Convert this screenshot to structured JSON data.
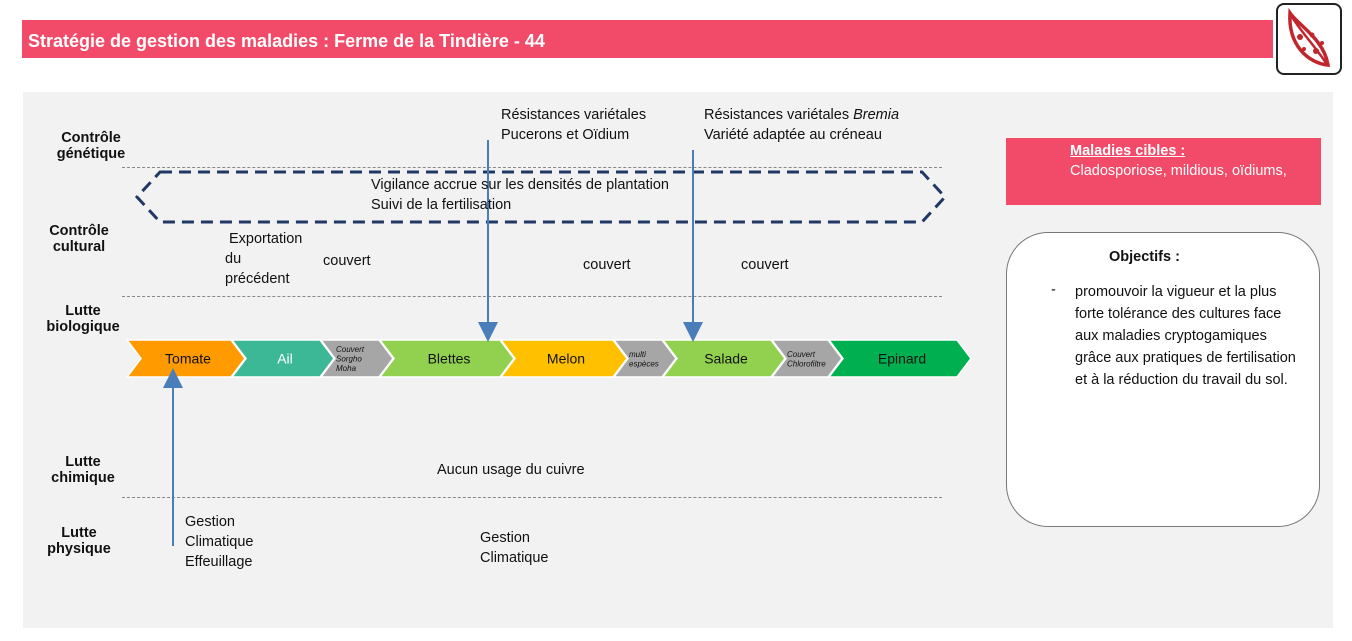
{
  "header": {
    "title": "Stratégie de gestion des maladies : Ferme de la Tindière - 44",
    "logo_icon": "leaf-disease-icon"
  },
  "categories": [
    {
      "line1": "Contrôle",
      "line2": "génétique"
    },
    {
      "line1": "Contrôle",
      "line2": "cultural"
    },
    {
      "line1": "Lutte",
      "line2": "biologique"
    },
    {
      "line1": "Lutte",
      "line2": "chimique"
    },
    {
      "line1": "Lutte",
      "line2": "physique"
    }
  ],
  "genetic": {
    "left": {
      "line1": "Résistances variétales",
      "line2": "Pucerons et Oïdium"
    },
    "right": {
      "line1_prefix": "Résistances variétales ",
      "line1_italic": "Bremia",
      "line2": "Variété adaptée au créneau"
    }
  },
  "cultural": {
    "hexagon_line1": "Vigilance accrue sur les densités de plantation",
    "hexagon_line2": "Suivi de la fertilisation",
    "exportation": [
      "Exportation",
      "du",
      "précédent"
    ],
    "couvert_1": "couvert",
    "couvert_2": "couvert",
    "couvert_3": "couvert"
  },
  "rotation": [
    {
      "label": "Tomate",
      "color": "#ff9a00",
      "small": false
    },
    {
      "label": "Ail",
      "color": "#3cb897",
      "small": false
    },
    {
      "label": "Couvert Sorgho Moha",
      "lines": [
        "Couvert",
        "Sorgho",
        "Moha"
      ],
      "color": "#a6a6a6",
      "small": true
    },
    {
      "label": "Blettes",
      "color": "#92d050",
      "small": false
    },
    {
      "label": "Melon",
      "color": "#ffc000",
      "small": false
    },
    {
      "label": "multi espèces",
      "lines": [
        "multi",
        "espèces"
      ],
      "color": "#a6a6a6",
      "small": true
    },
    {
      "label": "Salade",
      "color": "#92d050",
      "small": false
    },
    {
      "label": "Couvert Chlorofiltre",
      "lines": [
        "Couvert",
        "Chlorofiltre"
      ],
      "color": "#a6a6a6",
      "small": true
    },
    {
      "label": "Epinard",
      "color": "#00b050",
      "small": false
    }
  ],
  "chemical": {
    "text": "Aucun usage du cuivre"
  },
  "physical": {
    "left": [
      "Gestion",
      "Climatique",
      "Effeuillage"
    ],
    "middle": [
      "Gestion",
      "Climatique"
    ]
  },
  "targets": {
    "title": "Maladies cibles :",
    "text": "Cladosporiose, mildious, oïdiums,",
    "color": "#f24b69"
  },
  "objectives": {
    "title": "Objectifs :",
    "bullet": "-",
    "text": "promouvoir la vigueur et la plus forte tolérance des cultures face aux maladies cryptogamiques grâce aux pratiques de fertilisation et à la réduction du travail du sol."
  },
  "colors": {
    "accent": "#f24b69",
    "arrow": "#4a7ebb",
    "hex_border": "#1f3864"
  }
}
